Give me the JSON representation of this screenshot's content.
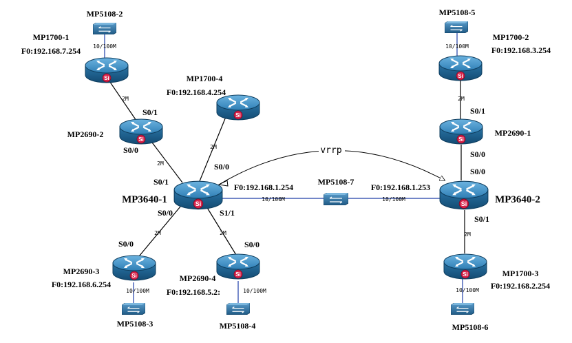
{
  "colors": {
    "router_top": "#3e8fc4",
    "router_side": "#1b5f8e",
    "router_edge": "#0e3d5e",
    "si_badge": "#d8224a",
    "switch_body": "#3b7fae",
    "link_black": "#000000",
    "link_blue": "#1f3ea8"
  },
  "devices": {
    "mp5108_2": {
      "name": "MP5108-2"
    },
    "mp1700_1": {
      "name": "MP1700-1",
      "ip": "F0:192.168.7.254"
    },
    "mp2690_2": {
      "name": "MP2690-2"
    },
    "mp1700_4": {
      "name": "MP1700-4",
      "ip": "F0:192.168.4.254"
    },
    "mp3640_1": {
      "name": "MP3640-1",
      "ip": "F0:192.168.1.254"
    },
    "mp5108_7": {
      "name": "MP5108-7"
    },
    "mp3640_2": {
      "name": "MP3640-2",
      "ip": "F0:192.168.1.253"
    },
    "mp5108_5": {
      "name": "MP5108-5"
    },
    "mp1700_2": {
      "name": "MP1700-2",
      "ip": "F0:192.168.3.254"
    },
    "mp2690_1": {
      "name": "MP2690-1"
    },
    "mp2690_3": {
      "name": "MP2690-3",
      "ip": "F0:192.168.6.254"
    },
    "mp5108_3": {
      "name": "MP5108-3"
    },
    "mp2690_4": {
      "name": "MP2690-4",
      "ip": "F0:192.168.5.2:"
    },
    "mp5108_4": {
      "name": "MP5108-4"
    },
    "mp1700_3": {
      "name": "MP1700-3",
      "ip": "F0:192.168.2.254"
    },
    "mp5108_6": {
      "name": "MP5108-6"
    }
  },
  "ports": {
    "s01": "S0/1",
    "s00": "S0/0",
    "s11": "S1/1"
  },
  "links": {
    "fast": "10/100M",
    "wan": "2M",
    "vrrp": "vrrp"
  },
  "badge": "Si"
}
